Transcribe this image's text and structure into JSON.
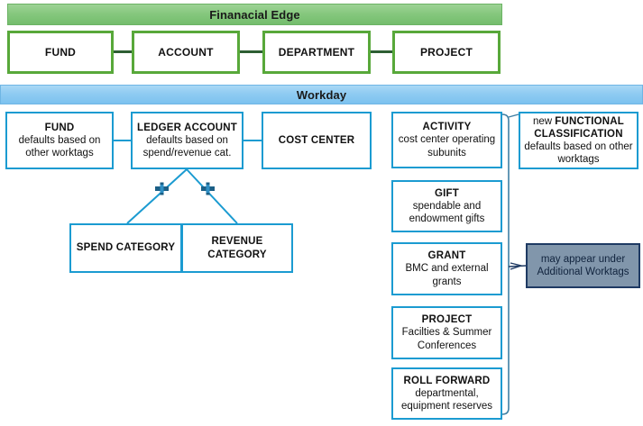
{
  "sections": {
    "financial_edge": {
      "title": "Finanacial Edge",
      "color": "#74bd6d",
      "box_border": "#58a83a",
      "boxes": [
        {
          "title": "FUND"
        },
        {
          "title": "ACCOUNT"
        },
        {
          "title": "DEPARTMENT"
        },
        {
          "title": "PROJECT"
        }
      ]
    },
    "workday": {
      "title": "Workday",
      "color": "#7cc2ef",
      "box_border": "#1b9bd1",
      "left_row": [
        {
          "title": "FUND",
          "line1": "defaults based on",
          "line2": "other worktags"
        },
        {
          "title": "LEDGER ACCOUNT",
          "line1": "defaults based on",
          "line2": "spend/revenue cat."
        },
        {
          "title": "COST CENTER",
          "line1": "",
          "line2": ""
        }
      ],
      "category_boxes": [
        {
          "title": "SPEND CATEGORY"
        },
        {
          "title": "REVENUE",
          "title2": "CATEGORY"
        }
      ],
      "plus_markers": [
        {
          "name": "plus-marker-spend"
        },
        {
          "name": "plus-marker-revenue"
        }
      ],
      "worktag_boxes": [
        {
          "title": "ACTIVITY",
          "line1": "cost center operating",
          "line2": "subunits"
        },
        {
          "title": "GIFT",
          "line1": "spendable and",
          "line2": "endowment gifts"
        },
        {
          "title": "GRANT",
          "line1": "BMC and external",
          "line2": "grants"
        },
        {
          "title": "PROJECT",
          "line1": "Facilties & Summer",
          "line2": "Conferences"
        },
        {
          "title": "ROLL FORWARD",
          "line1": "departmental,",
          "line2": "equipment reserves"
        }
      ],
      "functional_classification": {
        "prefix": "new ",
        "title_line1": "FUNCTIONAL",
        "title_line2": "CLASSIFICATION",
        "line1": "defaults based on other",
        "line2": "worktags"
      },
      "additional_worktags_note": {
        "line1": "may appear under",
        "line2": "Additional Worktags",
        "fill": "#8196ab",
        "border": "#1f3a63"
      }
    }
  }
}
